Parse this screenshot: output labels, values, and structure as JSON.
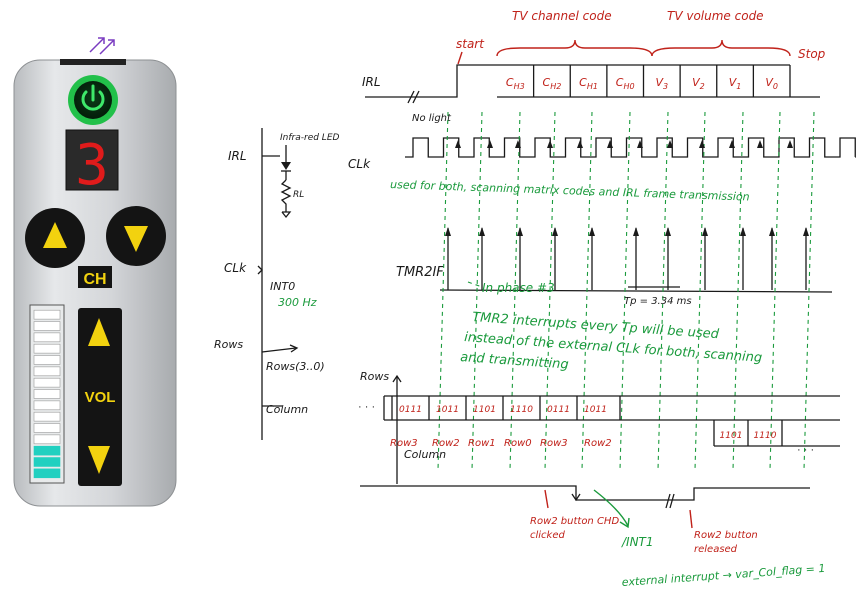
{
  "remote": {
    "power_button": "power",
    "channel_digit": "3",
    "ch_label": "CH",
    "vol_label": "VOL",
    "volume_segments_total": 15,
    "volume_segments_lit": 3,
    "colors": {
      "body": "#cfd2d5",
      "power_green": "#22c04a",
      "digit_red": "#e01b1b",
      "arrow_yellow": "#f2d20f",
      "vol_lit": "#21d0c0"
    }
  },
  "diagram": {
    "top": {
      "irl": "IRL",
      "no_light": "No light",
      "start": "start",
      "stop": "Stop",
      "tv_channel_code": "TV channel code",
      "tv_volume_code": "TV volume code",
      "channel_bits": [
        "CH3",
        "CH2",
        "CH1",
        "CH0"
      ],
      "volume_bits": [
        "V3",
        "V2",
        "V1",
        "V0"
      ],
      "clk": "CLk",
      "clk_note": "used for both, scanning matrix codes and IRL frame transmission"
    },
    "left": {
      "irl": "IRL",
      "led": "Infra-red LED",
      "resistor": "RL",
      "clk": "CLk",
      "int0": "INT0",
      "freq": "300 Hz",
      "rows": "Rows",
      "rows_bus": "Rows(3..0)",
      "column": "Column"
    },
    "middle": {
      "tmr": "TMR2IF",
      "phase": "In phase #3",
      "tp": "Tp = 3.34 ms",
      "note": "TMR2 interrupts every Tp will be used instead of the external CLk for both, scanning and transmitting"
    },
    "bottom": {
      "rows": "Rows",
      "row_codes": [
        "0111",
        "1011",
        "1101",
        "1110",
        "0111",
        "1011"
      ],
      "row_codes_end": [
        "1101",
        "1110"
      ],
      "row_labels": [
        "Row3",
        "Row2",
        "Row1",
        "Row0",
        "Row3",
        "Row2"
      ],
      "column": "Column",
      "clicked": "Row2 button CHD clicked",
      "released": "Row2 button released",
      "int1": "/INT1",
      "int1_note": "external interrupt → var_Col_flag = 1"
    }
  }
}
